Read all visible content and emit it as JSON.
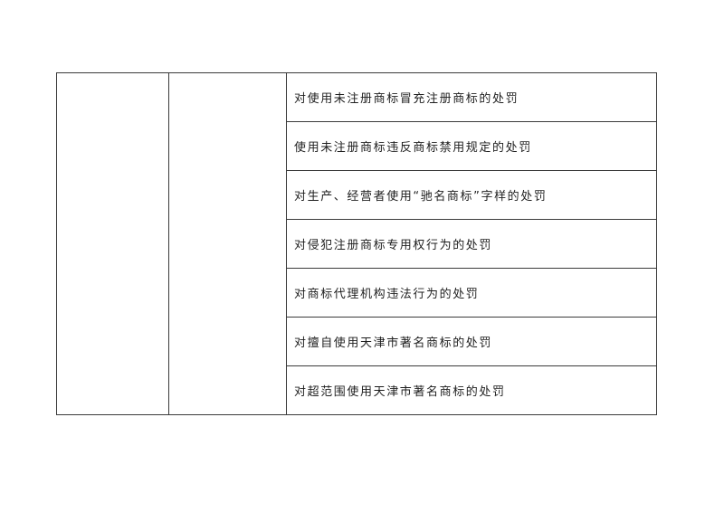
{
  "document": {
    "table": {
      "merged_cells": {
        "column1": "",
        "column2": ""
      },
      "items": [
        "对使用未注册商标冒充注册商标的处罚",
        "使用未注册商标违反商标禁用规定的处罚",
        "对生产、经营者使用“驰名商标”字样的处罚",
        "对侵犯注册商标专用权行为的处罚",
        "对商标代理机构违法行为的处罚",
        "对擅自使用天津市著名商标的处罚",
        "对超范围使用天津市著名商标的处罚"
      ]
    }
  },
  "colors": {
    "border": "#3a3a3a",
    "text": "#1e1e1e",
    "background": "#ffffff"
  }
}
